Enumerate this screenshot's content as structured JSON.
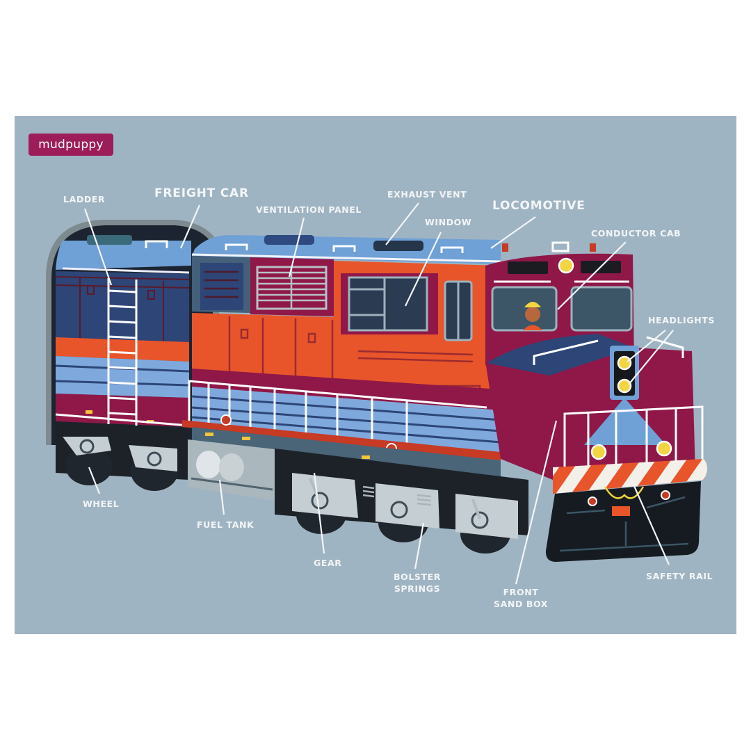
{
  "brand": {
    "logo_text": "mudpuppy",
    "color": "#9c1d5a"
  },
  "background": {
    "card": "#9fb4c2",
    "page": "#ffffff"
  },
  "colors": {
    "locomotive_orange": "#e9552a",
    "maroon": "#8f1848",
    "navy": "#2e4577",
    "light_blue": "#7fa9dd",
    "undercarriage": "#1d2228",
    "label_text": "#f3f5f7"
  },
  "diagram": {
    "title_labels": {
      "freight_car": "FREIGHT CAR",
      "locomotive": "LOCOMOTIVE"
    },
    "parts": {
      "ladder": "LADDER",
      "ventilation_panel": "VENTILATION PANEL",
      "exhaust_vent": "EXHAUST VENT",
      "window": "WINDOW",
      "conductor_cab": "CONDUCTOR CAB",
      "headlights": "HEADLIGHTS",
      "wheel": "WHEEL",
      "fuel_tank": "FUEL TANK",
      "gear": "GEAR",
      "bolster_springs_line1": "BOLSTER",
      "bolster_springs_line2": "SPRINGS",
      "front_sand_box_line1": "FRONT",
      "front_sand_box_line2": "SAND BOX",
      "safety_rail": "SAFETY RAIL"
    }
  }
}
